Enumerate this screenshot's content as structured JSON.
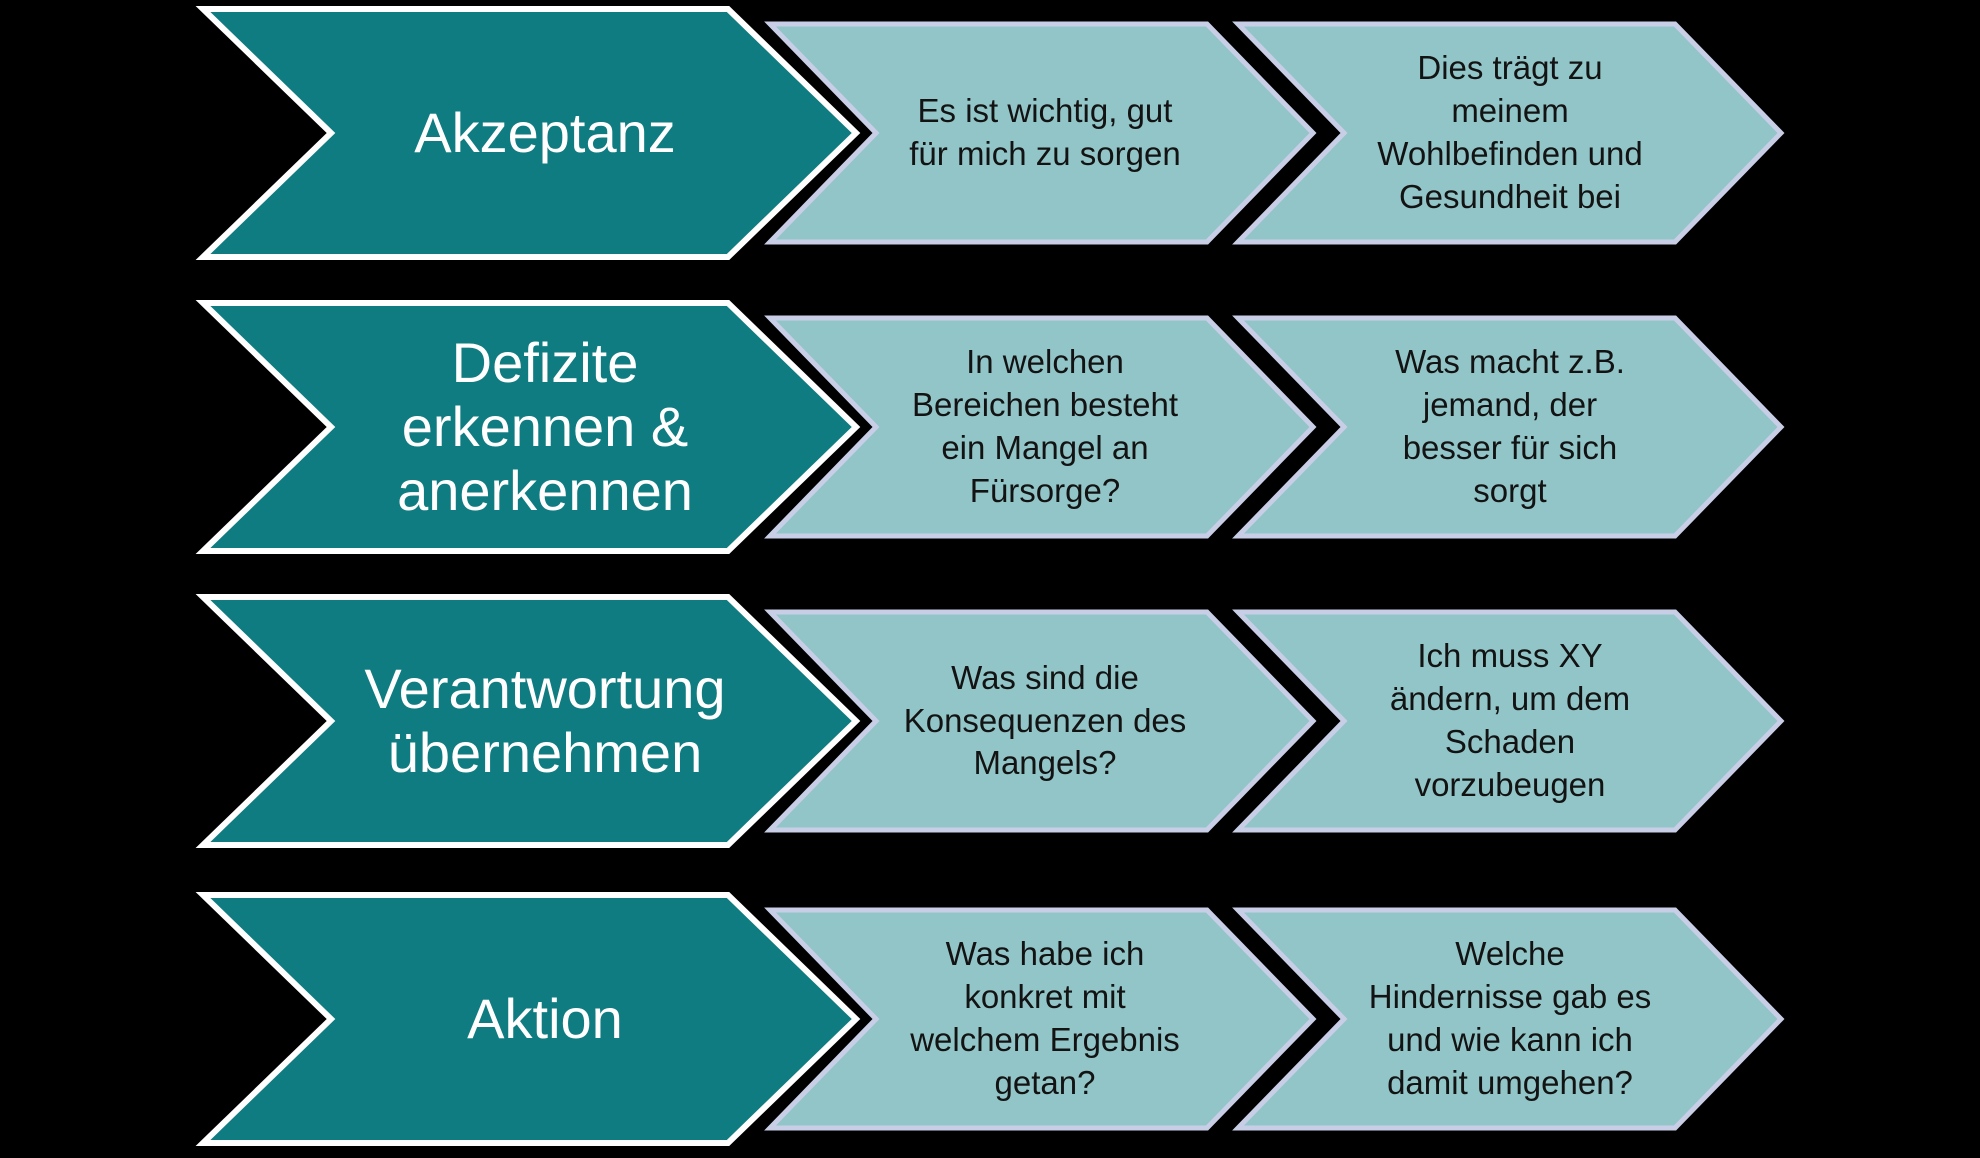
{
  "colors": {
    "background": "#000000",
    "stage-fill": "#0E7C80",
    "stage-border": "#FFFFFF",
    "stage-text": "#FFFFFF",
    "detail-fill": "#92C5C8",
    "detail-border": "#C9CEE7",
    "detail-text": "#131313"
  },
  "rows": [
    {
      "stage": "Akzeptanz",
      "detail1": "Es ist wichtig, gut\nfür mich zu sorgen",
      "detail2": "Dies trägt zu\nmeinem\nWohlbefinden und\nGesundheit bei"
    },
    {
      "stage": "Defizite\nerkennen &\nanerkennen",
      "detail1": "In welchen\nBereichen besteht\nein Mangel an\nFürsorge?",
      "detail2": "Was macht z.B.\njemand, der\nbesser für sich\nsorgt"
    },
    {
      "stage": "Verantwortung\nübernehmen",
      "detail1": "Was sind die\nKonsequenzen des\nMangels?",
      "detail2": "Ich muss XY\nändern, um dem\nSchaden\nvorzubeugen"
    },
    {
      "stage": "Aktion",
      "detail1": "Was habe ich\nkonkret mit\nwelchem Ergebnis\ngetan?",
      "detail2": "Welche\nHindernisse gab es\nund wie kann ich\ndamit umgehen?"
    }
  ]
}
